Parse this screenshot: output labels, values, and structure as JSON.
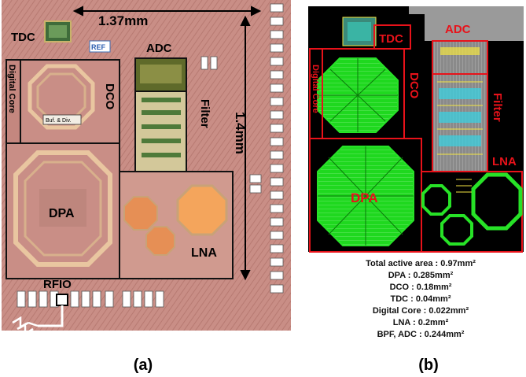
{
  "panel_a": {
    "caption": "(a)",
    "labels": {
      "width_dim": "1.37mm",
      "height_dim": "1.4mm",
      "tdc": "TDC",
      "ref": "REF",
      "adc": "ADC",
      "digital_core": "Digital Core",
      "dco": "DCO",
      "buf_div": "Buf. & Div.",
      "filter": "Filter",
      "dpa": "DPA",
      "lna": "LNA",
      "rfio": "RFIO"
    }
  },
  "panel_b": {
    "caption": "(b)",
    "labels": {
      "tdc": "TDC",
      "adc": "ADC",
      "digital_core": "Digital Core",
      "dco": "DCO",
      "filter": "Filter",
      "lna": "LNA",
      "dpa": "DPA"
    },
    "area_summary": [
      "Total active area :  0.97mm²",
      "DPA : 0.285mm²",
      "DCO :  0.18mm²",
      "TDC  :  0.04mm²",
      "Digital Core : 0.022mm²",
      "LNA :  0.2mm²",
      "BPF, ADC :  0.244mm²"
    ]
  },
  "colors": {
    "die_background": "#c98e86",
    "outline": "#111111",
    "layout_accent_red": "#e8121a",
    "layout_green": "#27e227",
    "layout_gray": "#9a9a9a"
  }
}
